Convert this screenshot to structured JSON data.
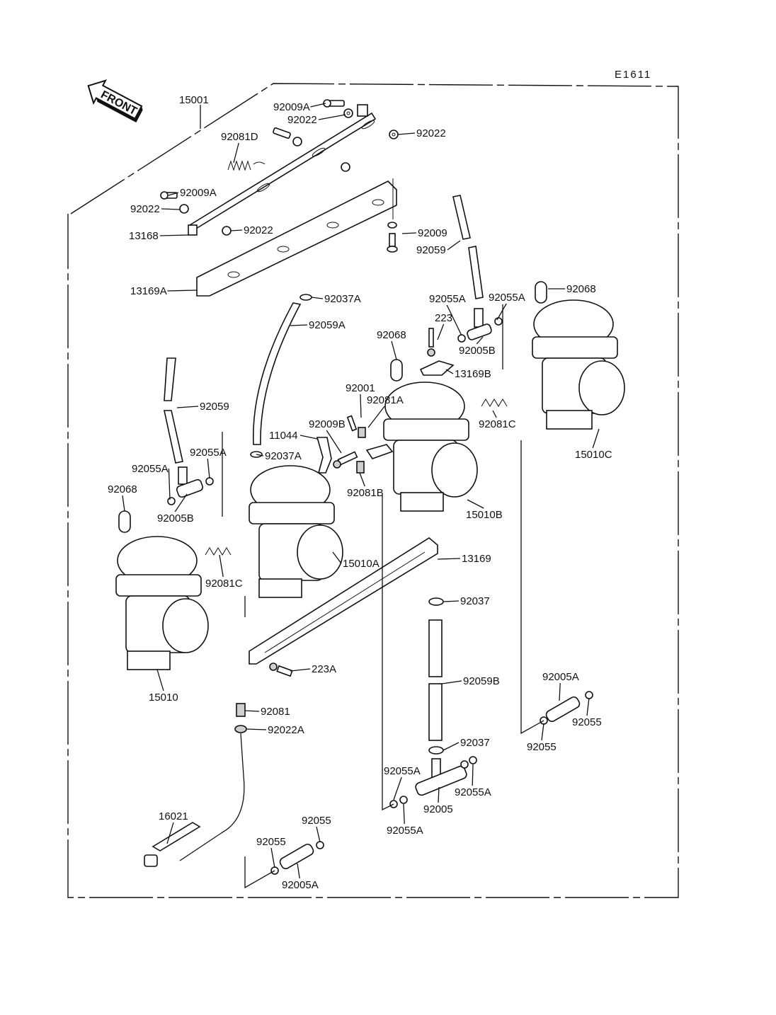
{
  "diagram": {
    "code": "E1611",
    "front_label": "FRONT",
    "assembly_label": "15001",
    "labels": [
      {
        "id": "92009A-top",
        "text": "92009A"
      },
      {
        "id": "92022-top",
        "text": "92022"
      },
      {
        "id": "92022-right",
        "text": "92022"
      },
      {
        "id": "92081D",
        "text": "92081D"
      },
      {
        "id": "92009A-left",
        "text": "92009A"
      },
      {
        "id": "92022-left",
        "text": "92022"
      },
      {
        "id": "13168",
        "text": "13168"
      },
      {
        "id": "92022-mid",
        "text": "92022"
      },
      {
        "id": "92009",
        "text": "92009"
      },
      {
        "id": "92059-right",
        "text": "92059"
      },
      {
        "id": "13169A",
        "text": "13169A"
      },
      {
        "id": "92037A-top",
        "text": "92037A"
      },
      {
        "id": "92059A",
        "text": "92059A"
      },
      {
        "id": "92055A-c2-left",
        "text": "92055A"
      },
      {
        "id": "92055A-c2-right",
        "text": "92055A"
      },
      {
        "id": "92068-right",
        "text": "92068"
      },
      {
        "id": "223",
        "text": "223"
      },
      {
        "id": "92068-mid",
        "text": "92068"
      },
      {
        "id": "92005B-right",
        "text": "92005B"
      },
      {
        "id": "13169B",
        "text": "13169B"
      },
      {
        "id": "92001",
        "text": "92001"
      },
      {
        "id": "92081A",
        "text": "92081A"
      },
      {
        "id": "92059-left",
        "text": "92059"
      },
      {
        "id": "92081C-right",
        "text": "92081C"
      },
      {
        "id": "11044",
        "text": "11044"
      },
      {
        "id": "92009B",
        "text": "92009B"
      },
      {
        "id": "92055A-c1-right",
        "text": "92055A"
      },
      {
        "id": "92037A-bottom",
        "text": "92037A"
      },
      {
        "id": "15010C",
        "text": "15010C"
      },
      {
        "id": "92055A-c1-left",
        "text": "92055A"
      },
      {
        "id": "92068-left",
        "text": "92068"
      },
      {
        "id": "92081B",
        "text": "92081B"
      },
      {
        "id": "92005B-left",
        "text": "92005B"
      },
      {
        "id": "15010B",
        "text": "15010B"
      },
      {
        "id": "92081C-left",
        "text": "92081C"
      },
      {
        "id": "15010A",
        "text": "15010A"
      },
      {
        "id": "13169",
        "text": "13169"
      },
      {
        "id": "92037-top",
        "text": "92037"
      },
      {
        "id": "15010",
        "text": "15010"
      },
      {
        "id": "223A",
        "text": "223A"
      },
      {
        "id": "92059B",
        "text": "92059B"
      },
      {
        "id": "92005A-right",
        "text": "92005A"
      },
      {
        "id": "92081",
        "text": "92081"
      },
      {
        "id": "92055-right-upper",
        "text": "92055"
      },
      {
        "id": "92022A",
        "text": "92022A"
      },
      {
        "id": "92055-right-lower",
        "text": "92055"
      },
      {
        "id": "92037-bottom",
        "text": "92037"
      },
      {
        "id": "92055A-tee-upper-left",
        "text": "92055A"
      },
      {
        "id": "92055A-tee-right",
        "text": "92055A"
      },
      {
        "id": "92005",
        "text": "92005"
      },
      {
        "id": "16021",
        "text": "16021"
      },
      {
        "id": "92055A-tee-lower-left",
        "text": "92055A"
      },
      {
        "id": "92055-bottom-right",
        "text": "92055"
      },
      {
        "id": "92055-bottom-left",
        "text": "92055"
      },
      {
        "id": "92005A-bottom",
        "text": "92005A"
      }
    ]
  }
}
